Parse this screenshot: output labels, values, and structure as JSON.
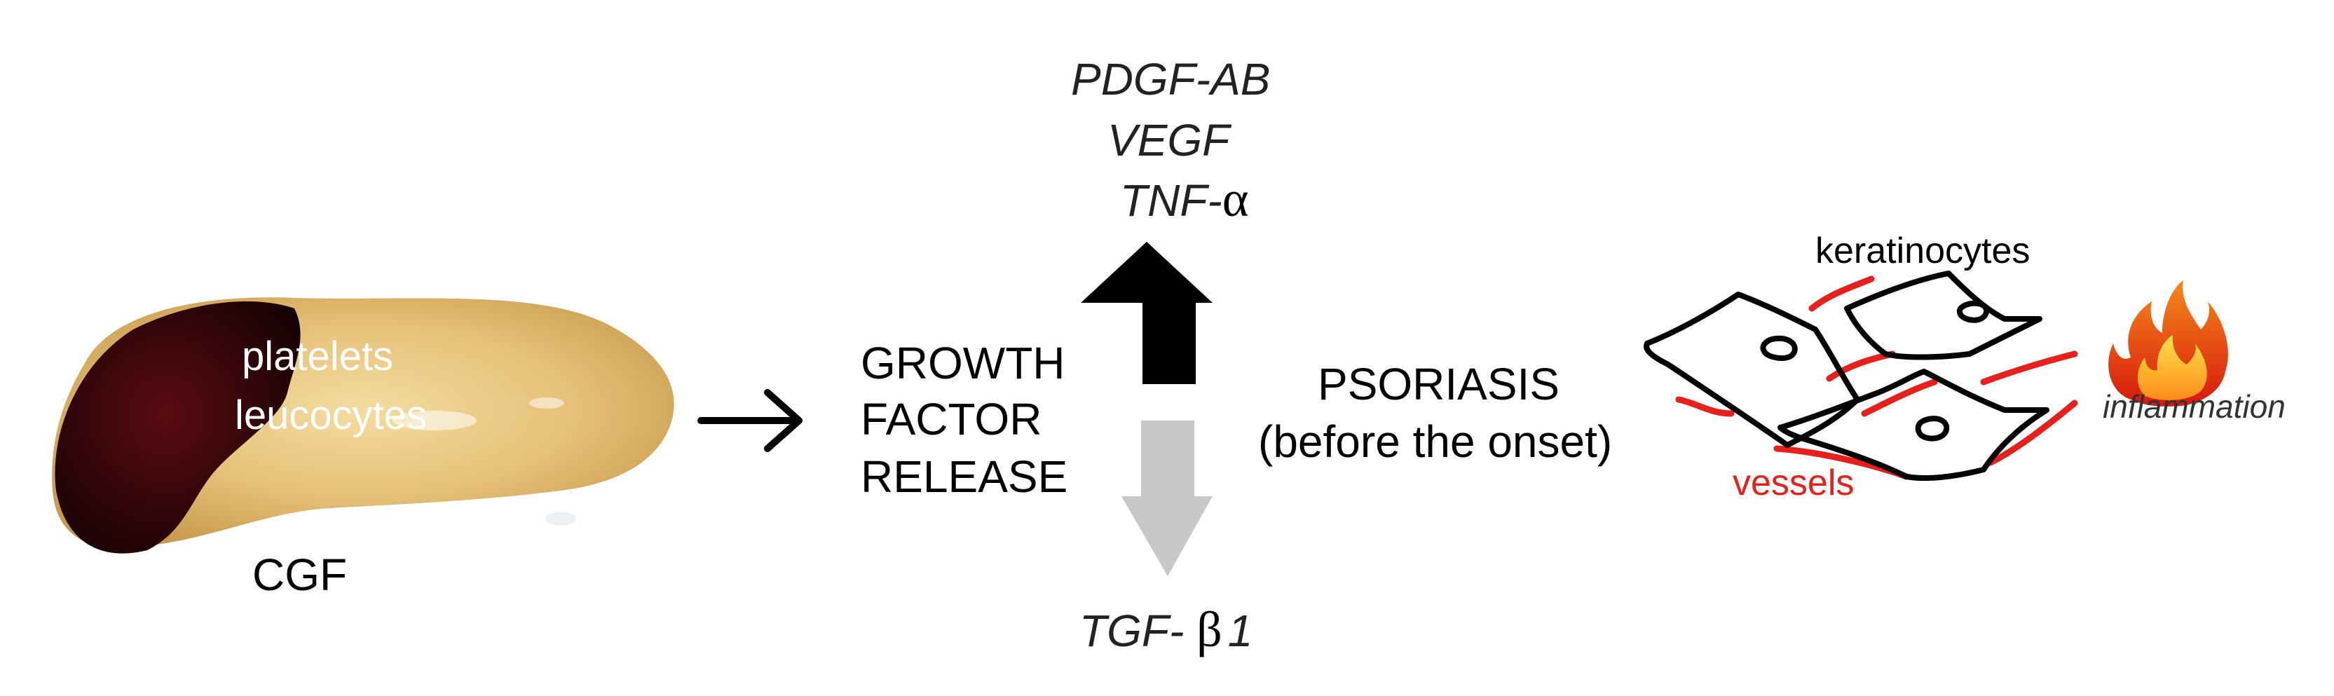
{
  "clot": {
    "label_platelets": "platelets",
    "label_leucocytes": "leucocytes",
    "caption": "CGF"
  },
  "process": {
    "line1": "GROWTH",
    "line2": "FACTOR",
    "line3": "RELEASE"
  },
  "upregulated": {
    "f1": "PDGF-AB",
    "f2": "VEGF",
    "f3_prefix": "TNF-",
    "f3_greek": "α",
    "arrow_color": "#000000"
  },
  "downregulated": {
    "prefix": "TGF- ",
    "greek": "β",
    "suffix": "1",
    "arrow_color": "#c8c8c8"
  },
  "disease": {
    "line1": "PSORIASIS",
    "line2": "(before the onset)"
  },
  "tissue": {
    "keratinocytes_label": "keratinocytes",
    "vessels_label": "vessels",
    "inflammation_label": "inflammation",
    "vessel_color": "#e8201c",
    "flame_icon": "flame-icon"
  }
}
